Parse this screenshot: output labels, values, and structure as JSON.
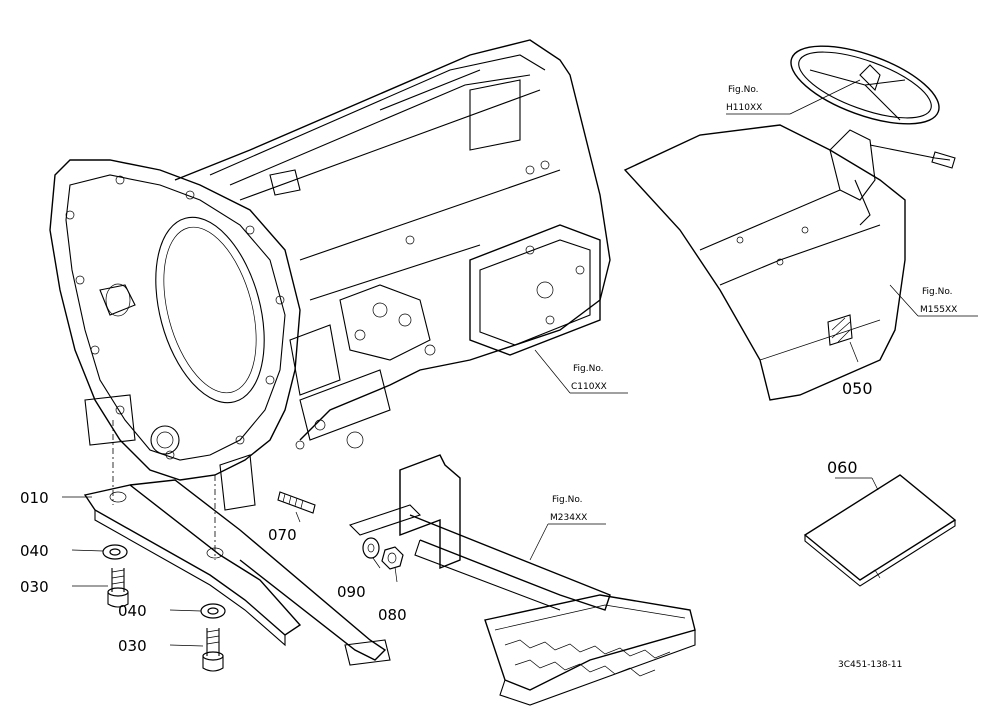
{
  "callouts": {
    "p010": "010",
    "p030a": "030",
    "p030b": "030",
    "p040a": "040",
    "p040b": "040",
    "p050": "050",
    "p060": "060",
    "p070": "070",
    "p080": "080",
    "p090": "090"
  },
  "figrefs": {
    "h110_top": "Fig.No.",
    "h110_bot": "H110XX",
    "m155_top": "Fig.No.",
    "m155_bot": "M155XX",
    "c110_top": "Fig.No.",
    "c110_bot": "C110XX",
    "m234_top": "Fig.No.",
    "m234_bot": "M234XX"
  },
  "drawing_code": "3C451-138-11"
}
